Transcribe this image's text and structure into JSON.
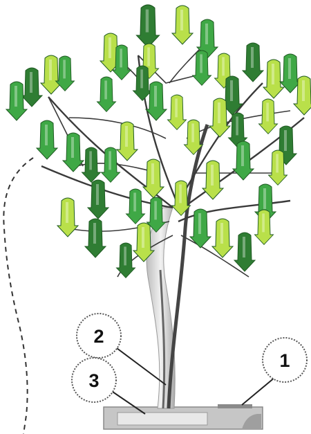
{
  "diagram": {
    "subject": "wind-tree-turbine",
    "colors": {
      "leaf_dark": "#2f7d33",
      "leaf_mid": "#3fa846",
      "leaf_light": "#b9e04a",
      "branch": "#3a3a3a",
      "trunk": "#d8d8d8",
      "base": "#c9c9c9",
      "callout_border": "#555555"
    },
    "callouts": [
      {
        "id": "1",
        "label": "1"
      },
      {
        "id": "2",
        "label": "2"
      },
      {
        "id": "3",
        "label": "3"
      }
    ]
  }
}
